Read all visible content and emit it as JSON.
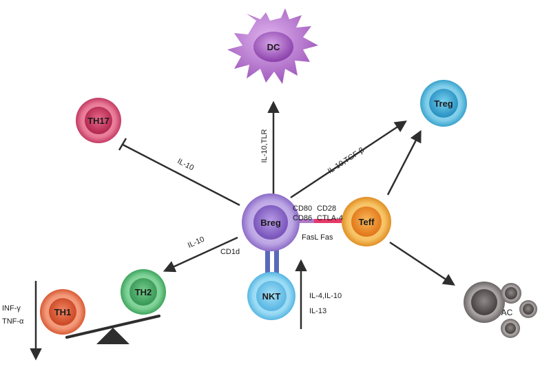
{
  "cells": {
    "dc": "DC",
    "th17": "TH17",
    "treg": "Treg",
    "breg": "Breg",
    "teff": "Teff",
    "th2": "TH2",
    "th1": "TH1",
    "nkt": "NKT",
    "ac": "AC"
  },
  "edges": {
    "breg_dc": "IL-10,TLR",
    "breg_th17": "IL-10",
    "breg_treg": "IL-10,TGF-β",
    "breg_th2": "IL-10",
    "cd1d": "CD1d",
    "nkt_breg_line1": "IL-4,IL-10",
    "nkt_breg_line2": "IL-13",
    "th1_line1": "INF-γ",
    "th1_line2": "TNF-α"
  },
  "costim": {
    "cd80": "CD80",
    "cd28": "CD28",
    "cd86": "CD86",
    "ctla4": "CTLA-4",
    "fasl_fas": "FasL Fas"
  },
  "colors": {
    "dc": "#9a52b8",
    "th17": "#d94a72",
    "treg": "#4cb6dc",
    "breg": "#a88ad8",
    "teff": "#f2a83a",
    "th2": "#5cbf76",
    "th1": "#ec7a52",
    "nkt": "#70c8ec",
    "ac": "#8c8686",
    "breg_nkt_link": "#5a6ab8",
    "breg_teff_link_top": "#b07ac8",
    "breg_teff_link_bottom": "#e6396a",
    "arrow": "#2e2e2e"
  }
}
